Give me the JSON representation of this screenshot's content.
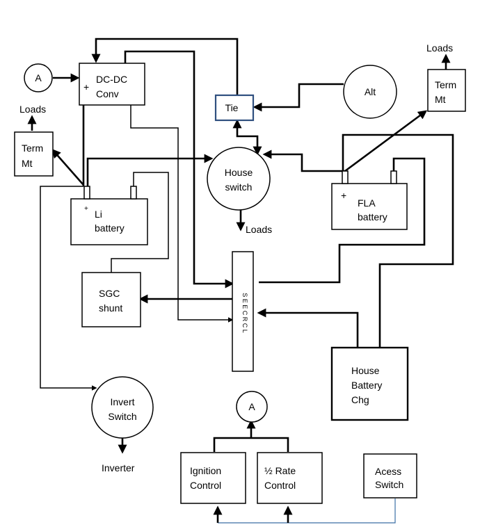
{
  "labels": {
    "ammeter_symbol": "A",
    "dcdc_plus": "+",
    "dcdc_line1": "DC-DC",
    "dcdc_line2": "Conv",
    "tie": "Tie",
    "alt": "Alt",
    "term_mt_left_line1": "Term",
    "term_mt_left_line2": "Mt",
    "term_mt_right_line1": "Term",
    "term_mt_right_line2": "Mt",
    "loads_left": "Loads",
    "loads_right": "Loads",
    "loads_house": "Loads",
    "house_switch_line1": "House",
    "house_switch_line2": "switch",
    "li_plus": "+",
    "li_line1": "Li",
    "li_line2": "battery",
    "fla_plus": "+",
    "fla_line1": "FLA",
    "fla_line2": "battery",
    "sgc_line1": "SGC",
    "sgc_line2": "shunt",
    "bus_text": "S E E C R C L",
    "house_chg_line1": "House",
    "house_chg_line2": "Battery",
    "house_chg_line3": "Chg",
    "invert_line1": "Invert",
    "invert_line2": "Switch",
    "inverter": "Inverter",
    "ammeter_bottom": "A",
    "ignition_line1": "Ignition",
    "ignition_line2": "Control",
    "half_rate_line1": "½  Rate",
    "half_rate_line2": "Control",
    "access_line1": "Acess",
    "access_line2": "Switch"
  }
}
